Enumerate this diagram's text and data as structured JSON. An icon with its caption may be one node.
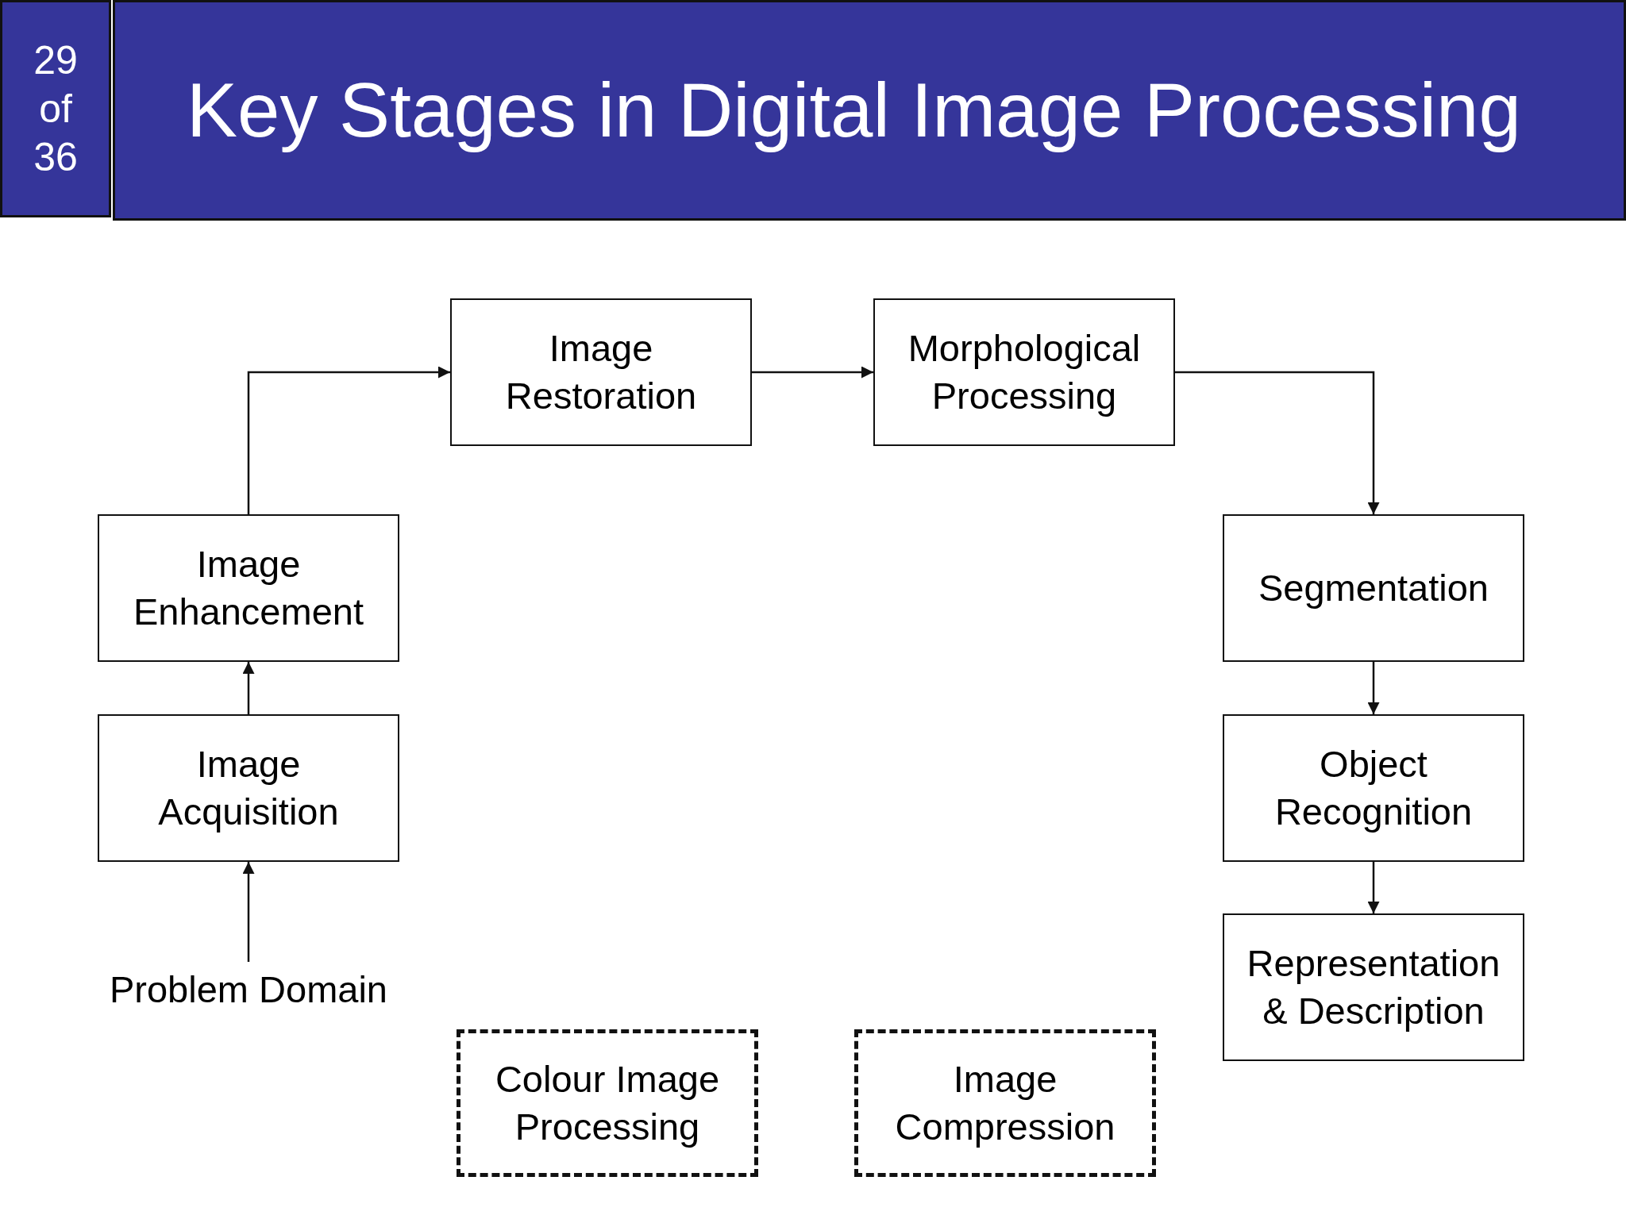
{
  "diagram": {
    "title": "Key Stages in Digital Image Processing",
    "nodes": [
      {
        "text": [
          "Image Restoration"
        ]
      },
      {
        "text": [
          "Morphological Processing"
        ]
      },
      {
        "text": [
          "Image Enhancement"
        ]
      },
      {
        "text": [
          "Segmentation"
        ]
      },
      {
        "text": [
          "Image Acquisition"
        ]
      },
      {
        "text": [
          "Object Recognition"
        ]
      },
      {
        "text": [
          "Problem Domain"
        ]
      },
      {
        "text": [
          "Representation & Description"
        ]
      },
      {
        "text": [
          "Colour Image Processing"
        ]
      },
      {
        "text": [
          "Image Compression"
        ]
      }
    ],
    "edges": [
      {
        "from": 6,
        "to": 4,
        "arrow": "to"
      },
      {
        "from": 4,
        "to": 2,
        "arrow": "to"
      },
      {
        "from": 2,
        "to": 0,
        "arrow": "to"
      },
      {
        "from": 0,
        "to": 1,
        "arrow": "to"
      },
      {
        "from": 1,
        "to": 3,
        "arrow": "to"
      },
      {
        "from": 3,
        "to": 5,
        "arrow": "to"
      },
      {
        "from": 5,
        "to": 7,
        "arrow": "to"
      }
    ],
    "labels": [
      "29 of 36"
    ]
  }
}
